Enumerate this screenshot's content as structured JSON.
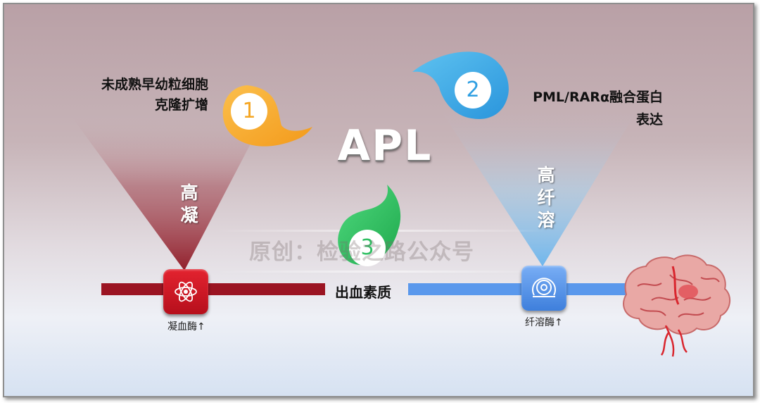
{
  "diagram": {
    "title": "APL",
    "step1": {
      "number": "1",
      "label_line1": "未成熟早幼粒细胞",
      "label_line2": "克隆扩增",
      "color": "#f5a623"
    },
    "step2": {
      "number": "2",
      "label_line1": "PML/RARα融合蛋白",
      "label_line2": "表达",
      "color": "#3aa8e6"
    },
    "step3": {
      "number": "3",
      "color": "#2fbf62"
    },
    "left_cone": {
      "char1": "高",
      "char2": "凝"
    },
    "right_cone": {
      "char1": "高",
      "char2": "纤",
      "char3": "溶"
    },
    "center_label": "出血素质",
    "left_node": {
      "icon": "atom-icon",
      "label": "凝血酶↑",
      "color": "#c8161f"
    },
    "right_node": {
      "icon": "target-icon",
      "label": "纤溶酶↑",
      "color": "#4f8ee6"
    },
    "watermark": "原创：检验之路公众号",
    "brain_icon": "brain-icon"
  }
}
